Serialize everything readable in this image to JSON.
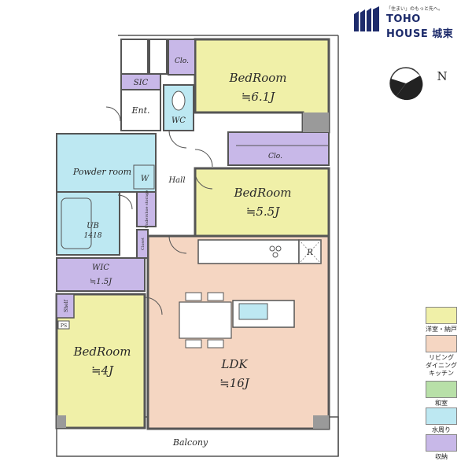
{
  "brand": {
    "tagline": "「住まい」のもっと先へ。",
    "name_line1": "TOHO",
    "name_line2": "HOUSE 城東",
    "color": "#1d2b6b"
  },
  "compass": {
    "label": "N"
  },
  "rooms": {
    "bedroom1": {
      "name": "BedRoom",
      "size": "≒6.1J"
    },
    "bedroom2": {
      "name": "BedRoom",
      "size": "≒5.5J"
    },
    "bedroom3": {
      "name": "BedRoom",
      "size": "≒4J"
    },
    "ldk": {
      "name": "LDK",
      "size": "≒16J"
    },
    "clo1": "Clo.",
    "clo2": "Clo.",
    "sic": "SIC",
    "ent": "Ent.",
    "wc": "WC",
    "powder": "Powder room",
    "w": "W",
    "hall": "Hall",
    "ub": "UB",
    "ub_size": "1418",
    "undershoe": "Undershoe storage",
    "closet_small": "Closet",
    "wic": "WIC",
    "wic_size": "≒1.5J",
    "shelf": "Shelf",
    "ps": "PS",
    "r": "R",
    "balcony": "Balcony"
  },
  "legend": [
    {
      "label": "洋室・納戸",
      "color": "#f0f0a8"
    },
    {
      "label": "リビング\nダイニング\nキッチン",
      "color": "#f5d6c2"
    },
    {
      "label": "和室",
      "color": "#b8e0a8"
    },
    {
      "label": "水周り",
      "color": "#bde8f2"
    },
    {
      "label": "収納",
      "color": "#c8b8e8"
    }
  ],
  "colors": {
    "bedroom": "#f0f0a8",
    "ldk": "#f5d6c2",
    "water": "#bde8f2",
    "storage": "#c8b8e8",
    "wall": "#555555",
    "pillar": "#9a9a9a"
  }
}
